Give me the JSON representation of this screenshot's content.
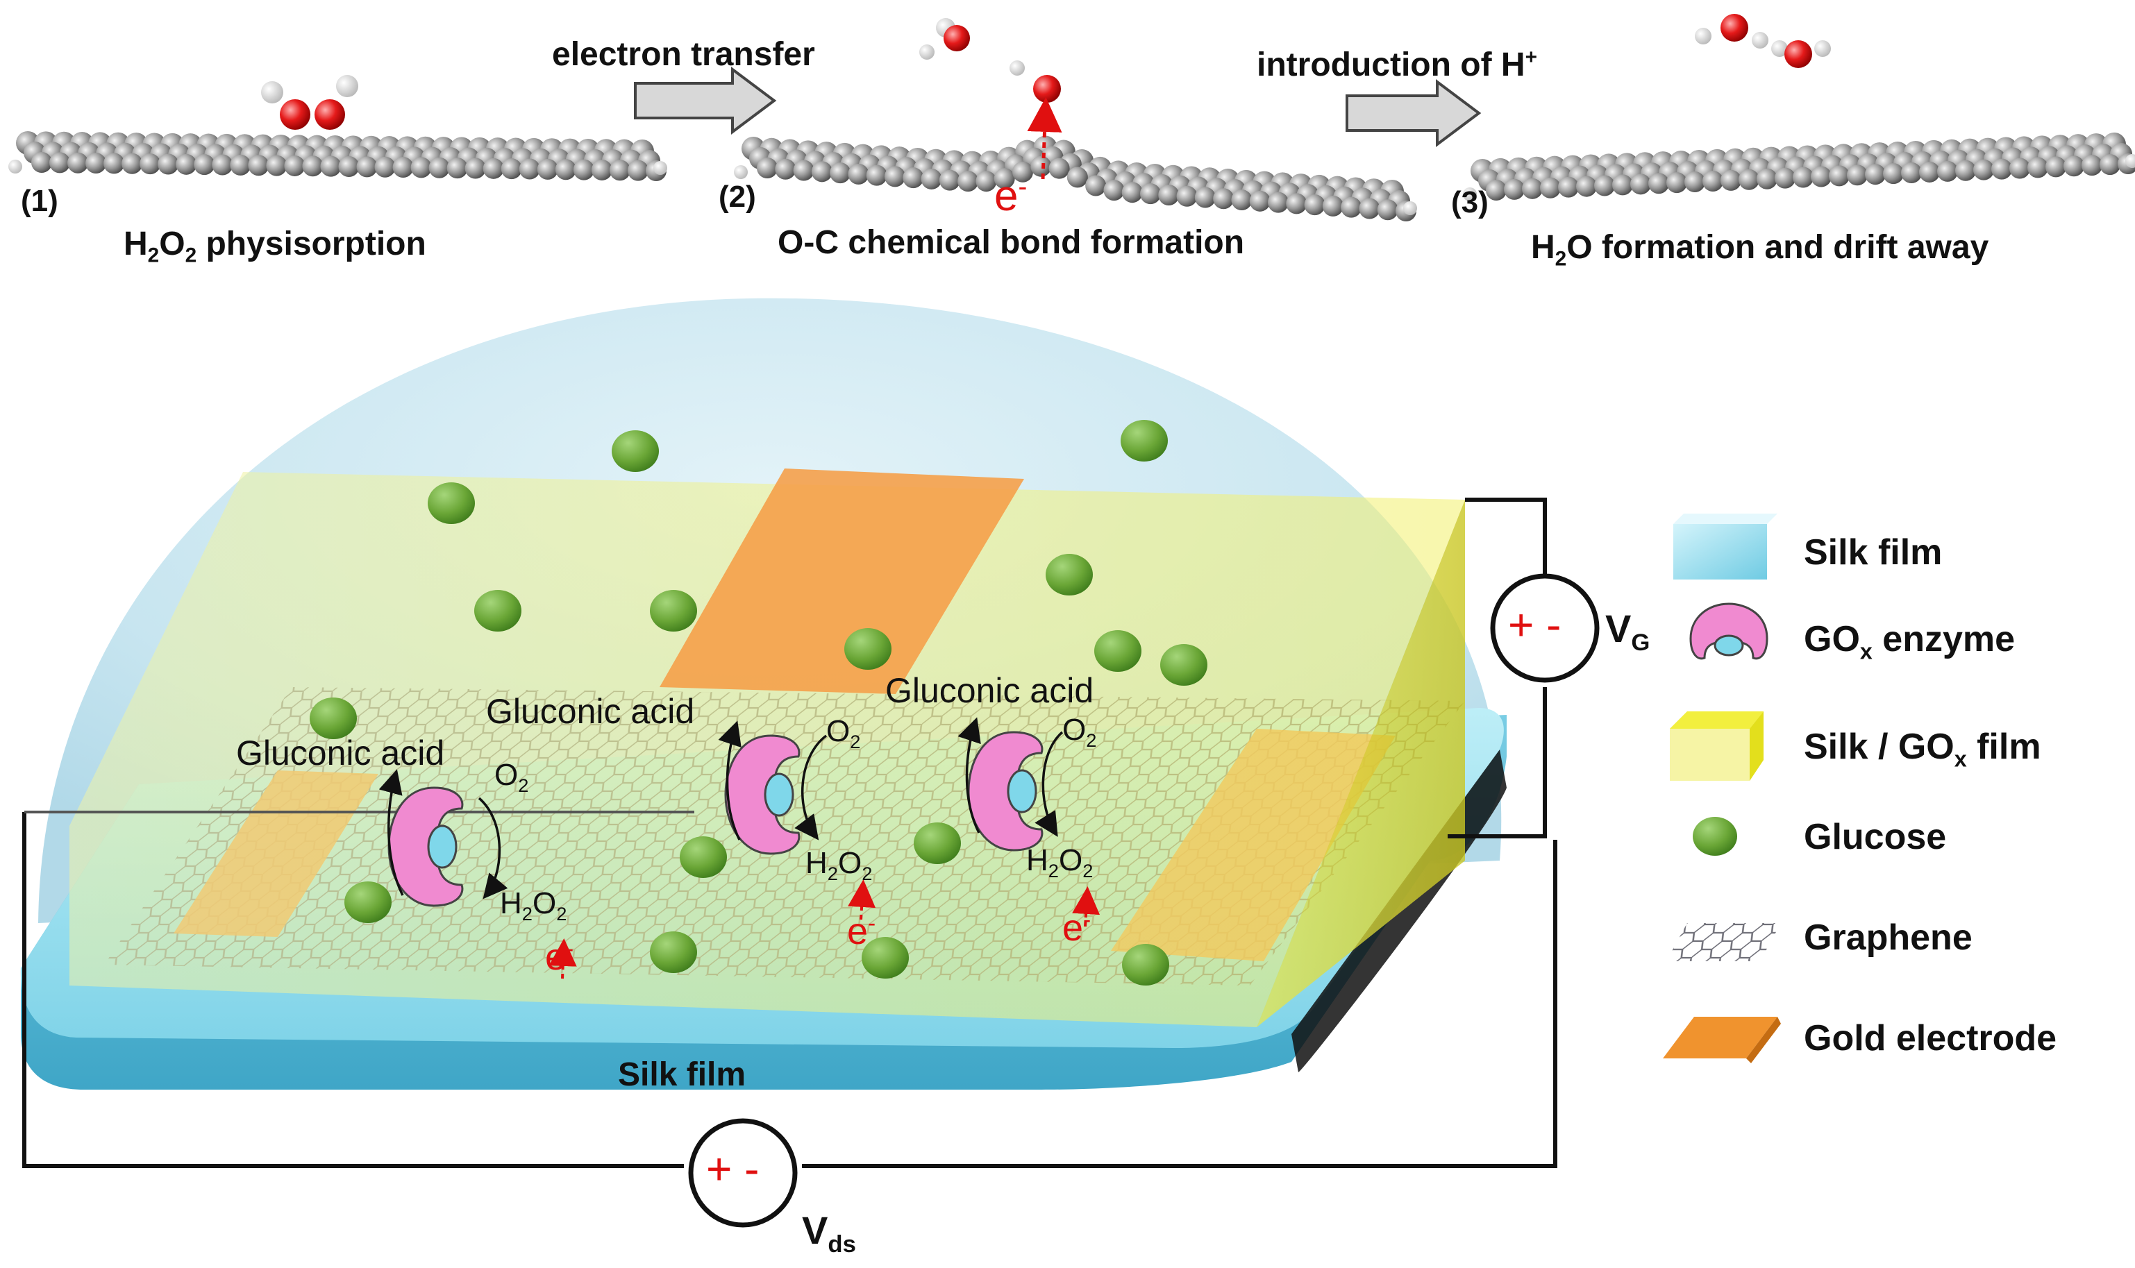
{
  "top_panel": {
    "arrow1_label": "electron transfer",
    "arrow2_label": "introduction of H",
    "arrow2_sup": "+",
    "steps": [
      {
        "num": "(1)",
        "caption_pre": "H",
        "caption_sub1": "2",
        "caption_mid": "O",
        "caption_sub2": "2",
        "caption_post": " physisorption"
      },
      {
        "num": "(2)",
        "caption": "O-C chemical bond formation",
        "electron": "e",
        "electron_sup": "-"
      },
      {
        "num": "(3)",
        "caption_pre": "H",
        "caption_sub1": "2",
        "caption_post": "O formation and drift away"
      }
    ]
  },
  "device": {
    "substrate_label": "Silk film",
    "reactions": [
      {
        "product": "Gluconic acid",
        "reactant": "O",
        "reactant_sub": "2",
        "peroxide_pre": "H",
        "peroxide_sub1": "2",
        "peroxide_mid": "O",
        "peroxide_sub2": "2",
        "electron": "e",
        "electron_sup": "-"
      },
      {
        "product": "Gluconic acid",
        "reactant": "O",
        "reactant_sub": "2",
        "peroxide_pre": "H",
        "peroxide_sub1": "2",
        "peroxide_mid": "O",
        "peroxide_sub2": "2",
        "electron": "e",
        "electron_sup": "-"
      },
      {
        "product": "Gluconic acid",
        "reactant": "O",
        "reactant_sub": "2",
        "peroxide_pre": "H",
        "peroxide_sub1": "2",
        "peroxide_mid": "O",
        "peroxide_sub2": "2",
        "electron": "e",
        "electron_sup": "-"
      }
    ],
    "gate_source": {
      "plus": "+",
      "minus": "-",
      "label": "V",
      "label_sub": "G"
    },
    "drain_source": {
      "plus": "+",
      "minus": "-",
      "label": "V",
      "label_sub": "ds"
    }
  },
  "legend": {
    "items": [
      {
        "label": "Silk film",
        "icon": "silk-film-icon"
      },
      {
        "label_pre": "GO",
        "label_sub": "x",
        "label_post": " enzyme",
        "icon": "gox-enzyme-icon"
      },
      {
        "label_pre": "Silk / GO",
        "label_sub": "x",
        "label_post": " film",
        "icon": "silk-gox-film-icon"
      },
      {
        "label": "Glucose",
        "icon": "glucose-icon"
      },
      {
        "label": "Graphene",
        "icon": "graphene-icon"
      },
      {
        "label": "Gold electrode",
        "icon": "gold-electrode-icon"
      }
    ]
  },
  "colors": {
    "glucose": "#6aa636",
    "enzyme": "#f08ad0",
    "enzyme_core": "#7fd7ea",
    "gold": "#f5a04a",
    "silk": "#8fd9ea",
    "gox_film": "#f3f37a",
    "electron": "#e01010",
    "oxygen": "#e31b1b",
    "carbon": "#8a8a8a"
  }
}
